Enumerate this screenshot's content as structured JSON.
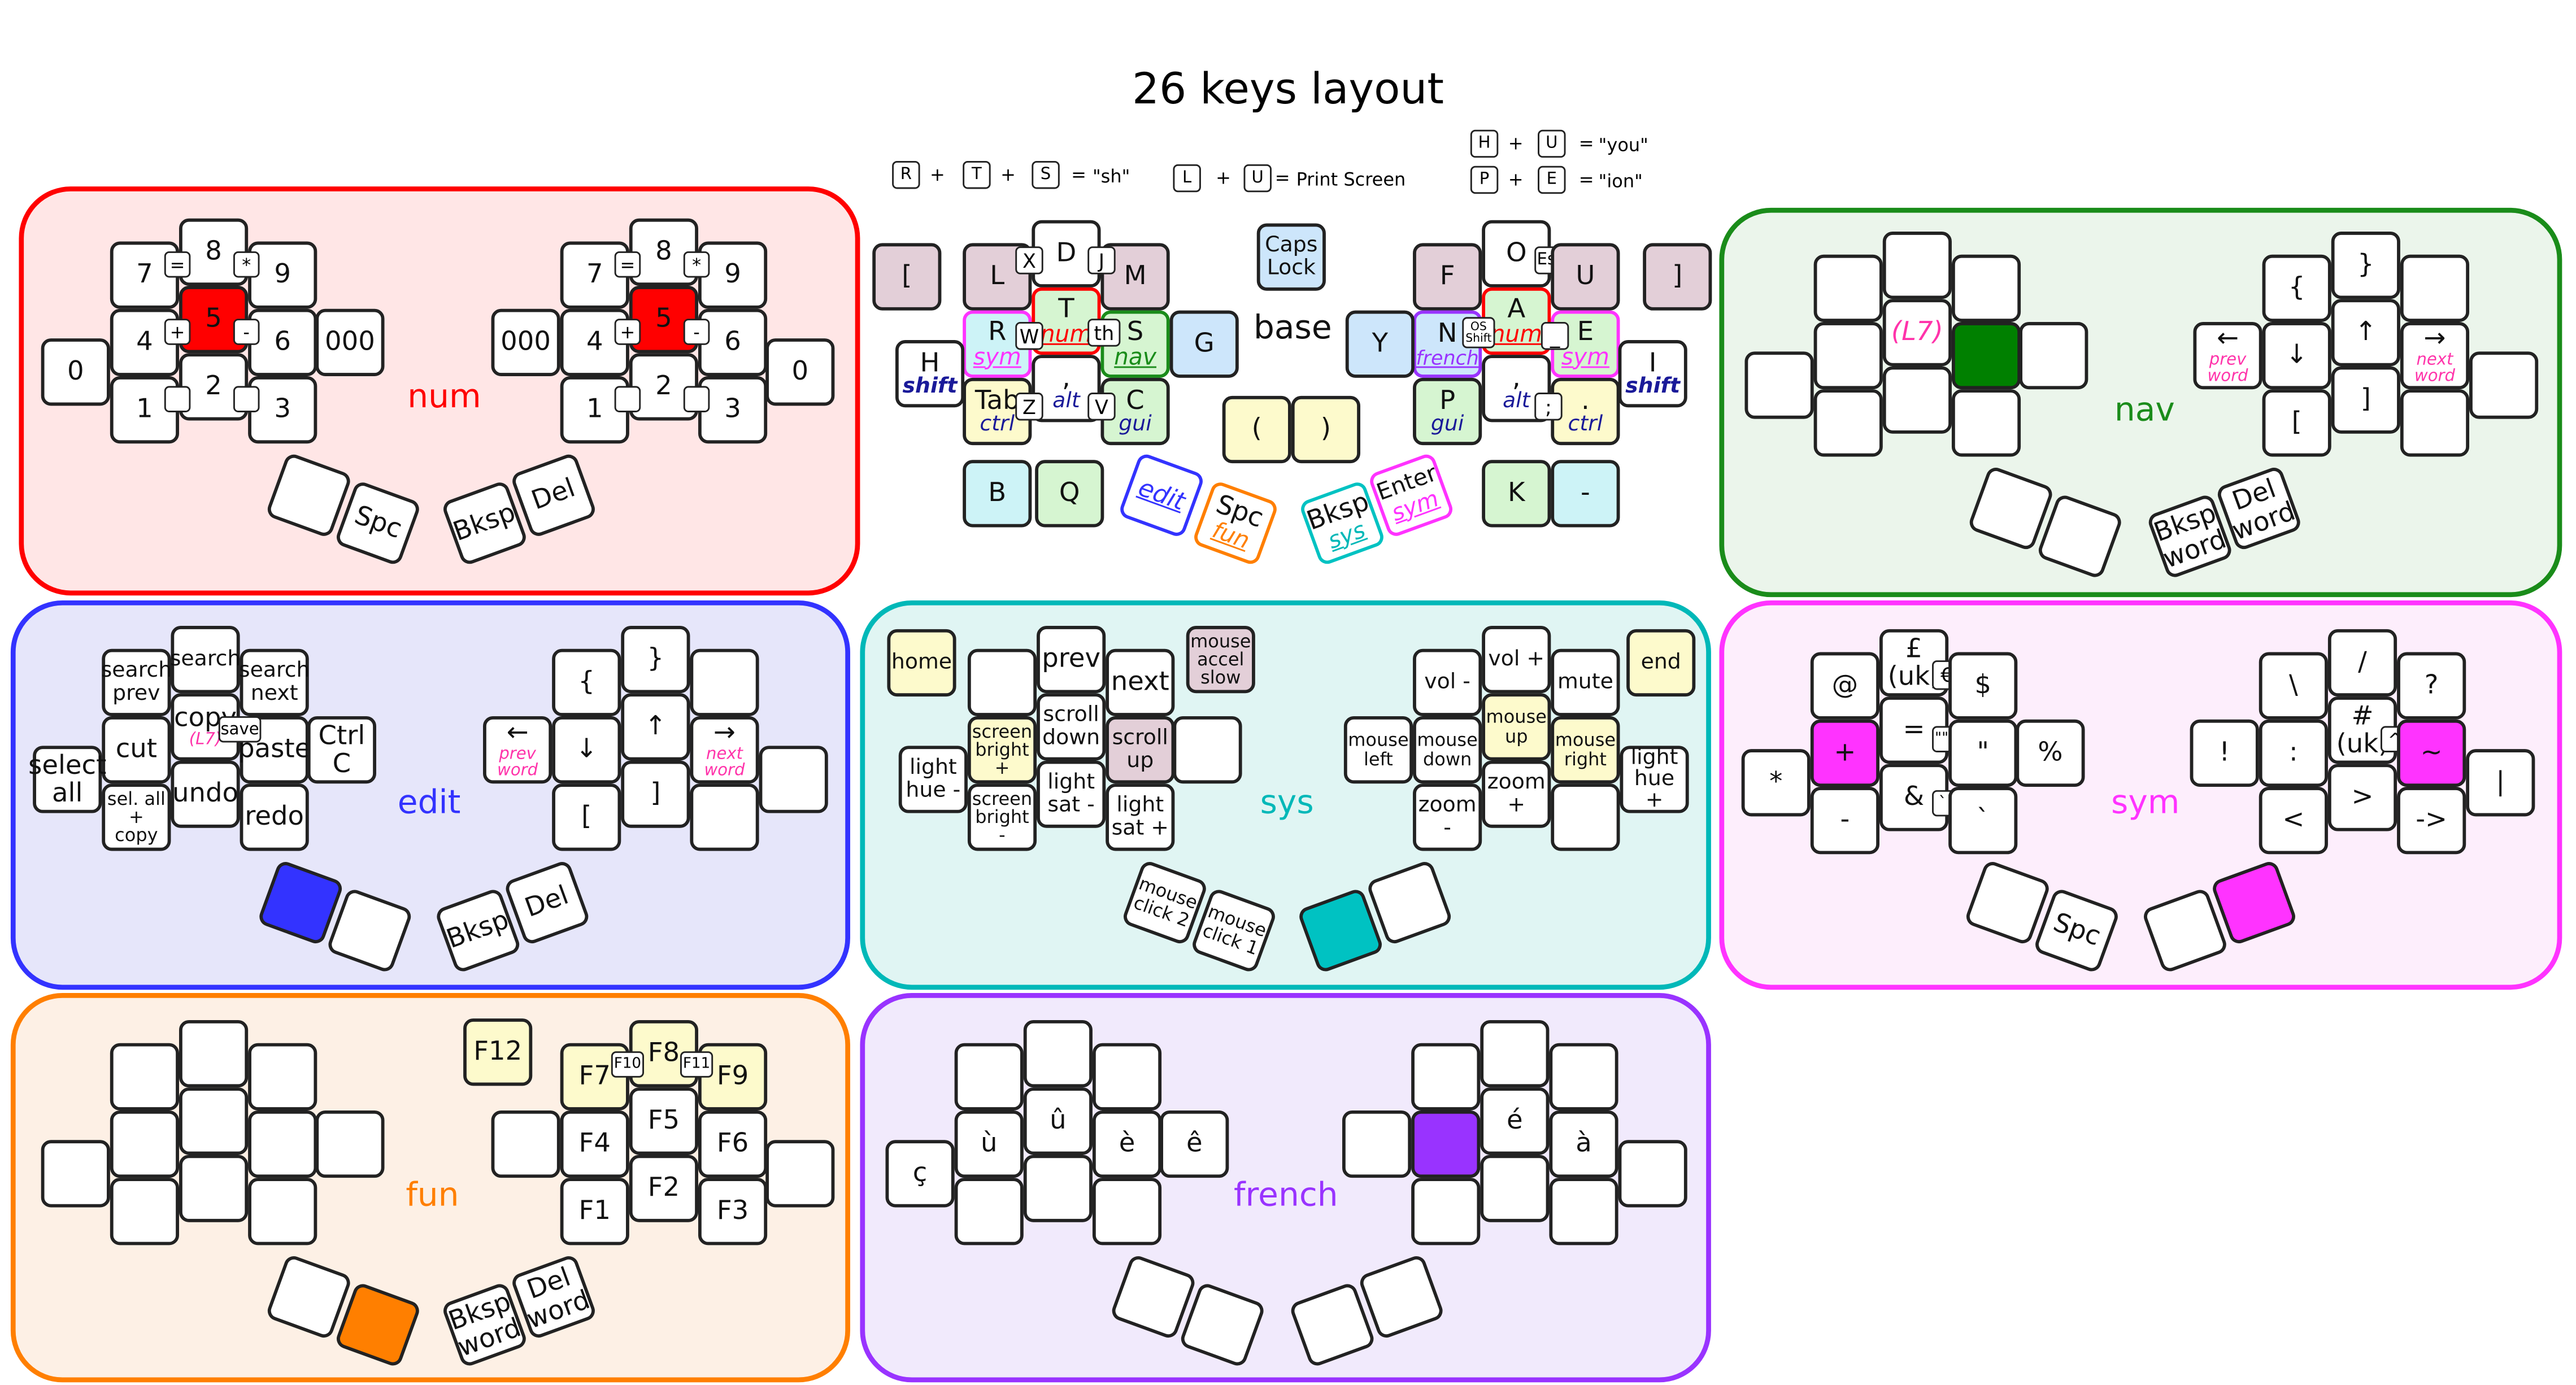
{
  "title": "26 keys layout",
  "combos": {
    "sh": {
      "keys": [
        "R",
        "T",
        "S"
      ],
      "plus": "+",
      "eq": "=",
      "result": "\"sh\""
    },
    "print": {
      "keys": [
        "L",
        "U"
      ],
      "plus": "+",
      "eq": "=",
      "result": "Print Screen"
    },
    "you": {
      "keys": [
        "H",
        "U"
      ],
      "plus": "+",
      "eq": "=",
      "result": "\"you\""
    },
    "ion": {
      "keys": [
        "P",
        "E"
      ],
      "plus": "+",
      "eq": "=",
      "result": "\"ion\""
    }
  },
  "colors": {
    "num": "#ff0000",
    "num_bg": "#ffe6e6",
    "nav": "#008000",
    "nav_bg": "#ebf5eb",
    "edit": "#3333ff",
    "edit_bg": "#e6e6fa",
    "sys": "#00c2c2",
    "sys_bg": "#e0f5f3",
    "sym": "#ff33ff",
    "sym_bg": "#fdeefc",
    "fun": "#ff7f00",
    "fun_bg": "#fdf0e5",
    "french": "#9933ff",
    "french_bg": "#f1eafc",
    "key_bg": "#ffffff",
    "mauve": "#e3cfd8",
    "cyan": "#cdf3f7",
    "blue": "#cde6fb",
    "green": "#d6f5d1",
    "yellow": "#fdfacc",
    "purple_hold": "#9933ff"
  },
  "layers": [
    {
      "id": "num",
      "name": "num"
    },
    {
      "id": "nav",
      "name": "nav"
    },
    {
      "id": "edit",
      "name": "edit"
    },
    {
      "id": "sys",
      "name": "sys"
    },
    {
      "id": "sym",
      "name": "sym"
    },
    {
      "id": "fun",
      "name": "fun"
    },
    {
      "id": "french",
      "name": "french"
    },
    {
      "id": "base",
      "name": "base"
    }
  ],
  "keys": {
    "num": {
      "l": [
        "7",
        "8",
        "9",
        "4",
        "5",
        "6",
        "1",
        "2",
        "3",
        "0",
        "000",
        "",
        "Spc"
      ],
      "r": [
        "7",
        "8",
        "9",
        "4",
        "5",
        "6",
        "1",
        "2",
        "3",
        "000",
        "0",
        "Bksp",
        "Del"
      ],
      "extra": [
        "=",
        "*",
        "+",
        "-",
        "",
        ""
      ]
    },
    "nav": {
      "l": [
        "(L7)",
        "",
        "",
        ""
      ],
      "r": [
        "{",
        "}",
        "↓",
        "↑",
        "[",
        "]",
        "←",
        "prev",
        "word",
        "→",
        "next",
        "word",
        "Bksp",
        "word",
        "Del",
        "word"
      ]
    },
    "edit": {
      "l": [
        "search",
        "prev",
        "search",
        "search",
        "next",
        "copy",
        "(L7)",
        "save",
        "cut",
        "paste",
        "Ctrl",
        "C",
        "select",
        "all",
        "sel. all",
        "+ copy",
        "undo",
        "redo"
      ],
      "r": [
        "{",
        "}",
        "↓",
        "↑",
        "[",
        "]",
        "←",
        "prev",
        "word",
        "→",
        "next",
        "word",
        "Bksp",
        "Del"
      ]
    },
    "sys": {
      "l": [
        "home",
        "prev",
        "next",
        "mouse",
        "accel",
        "slow",
        "screen",
        "bright",
        "+",
        "scroll",
        "down",
        "scroll",
        "up",
        "light",
        "hue -",
        "screen",
        "bright",
        "-",
        "light",
        "sat -",
        "light",
        "sat +",
        "mouse",
        "click 2",
        "mouse",
        "click 1"
      ],
      "r": [
        "vol -",
        "vol +",
        "mute",
        "end",
        "mouse",
        "left",
        "mouse",
        "down",
        "mouse",
        "up",
        "mouse",
        "right",
        "light",
        "hue +",
        "zoom",
        "-",
        "zoom",
        "+"
      ]
    },
    "sym": {
      "l": [
        "@",
        "£",
        "(uk)",
        "€",
        "$",
        "+",
        "=",
        "\"\"\"\"",
        "\"",
        "%",
        "*",
        "-",
        "&",
        "``",
        "`",
        "Spc"
      ],
      "r": [
        "\\",
        "/",
        "?",
        "!",
        ":",
        "#",
        "(uk)",
        "^",
        "~",
        "|",
        "<",
        ">",
        "->"
      ]
    },
    "fun": {
      "r": [
        "F12",
        "F7",
        "F8",
        "F9",
        "F10",
        "F11",
        "F4",
        "F5",
        "F6",
        "F1",
        "F2",
        "F3",
        "Bksp",
        "word",
        "Del",
        "word"
      ]
    },
    "french": {
      "l": [
        "ù",
        "û",
        "è",
        "ê",
        "ç"
      ],
      "r": [
        "é",
        "à"
      ]
    },
    "base": {
      "l": [
        "[",
        "L",
        "D",
        "M",
        "X",
        "J",
        "R",
        "T",
        "S",
        "sym",
        "num",
        "nav",
        "th",
        "W",
        "G",
        "H",
        "shift",
        "Tab",
        "ctrl",
        "C",
        "gui",
        "Z",
        "V",
        ",",
        "alt",
        "B",
        "Q",
        "edit",
        "Spc",
        "fun"
      ],
      "c": [
        "Caps",
        "Lock",
        "(",
        ")"
      ],
      "r": [
        "O",
        "Esc",
        "U",
        "F",
        "]",
        "N",
        "A",
        "E",
        "french",
        "num",
        "sym",
        "OS",
        "Shift",
        "Y",
        "I",
        "shift",
        "P",
        "gui",
        ",",
        "alt",
        ".",
        "ctrl",
        ";",
        "_",
        "K",
        "-",
        "Bksp",
        "sys",
        "Enter",
        "sym"
      ]
    }
  }
}
